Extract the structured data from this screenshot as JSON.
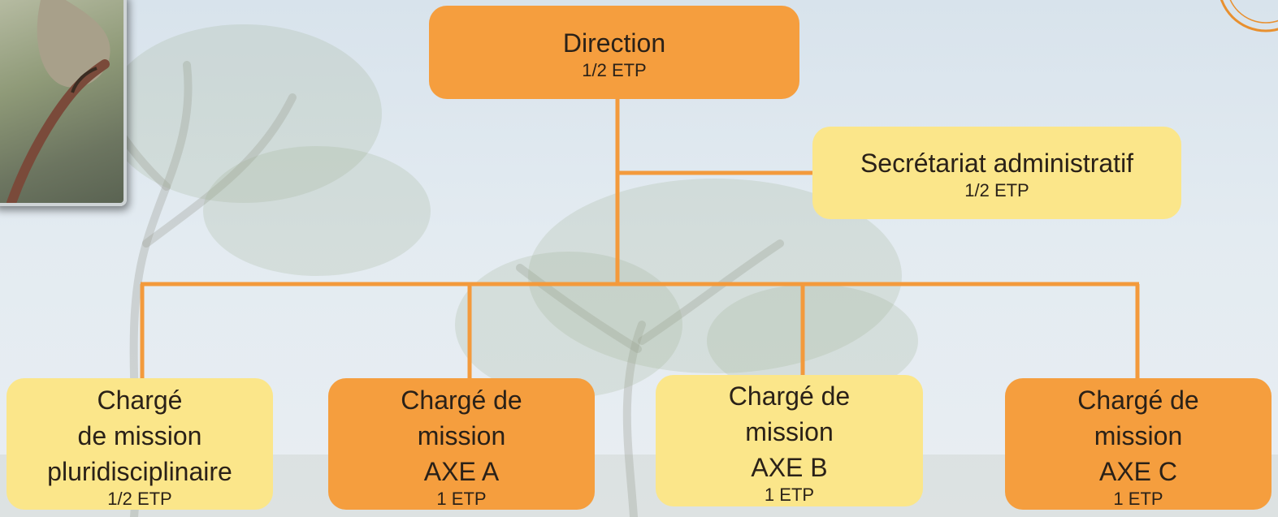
{
  "org_chart": {
    "direction": {
      "title": "Direction",
      "etp": "1/2 ETP"
    },
    "secretariat": {
      "title": "Secrétariat administratif",
      "etp": "1/2 ETP"
    },
    "missions": [
      {
        "title": "Chargé\nde mission\npluridisciplinaire",
        "etp": "1/2 ETP"
      },
      {
        "title": "Chargé de\nmission\nAXE A",
        "etp": "1 ETP"
      },
      {
        "title": "Chargé de\nmission\nAXE B",
        "etp": "1 ETP"
      },
      {
        "title": "Chargé de\nmission\nAXE C",
        "etp": "1 ETP"
      }
    ]
  },
  "colors": {
    "orange": "#f59e3e",
    "yellow": "#fbe68a",
    "connector": "#f39a3c"
  },
  "decorations": {
    "photo": "bird-on-branch-photo",
    "stamp": "orange-circular-stamp"
  }
}
